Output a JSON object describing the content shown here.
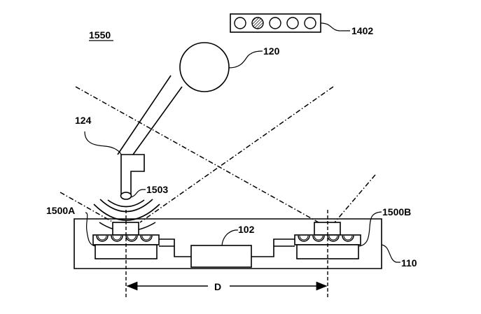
{
  "figure": {
    "id_label": "1550",
    "labels": {
      "indicator_panel": "1402",
      "controller": "120",
      "probe_tip": "124",
      "emitter": "1503",
      "sensor_left": "1500A",
      "sensor_right": "1500B",
      "processor": "102",
      "housing": "110",
      "distance": "D"
    },
    "indicator_panel": {
      "led_count": 5,
      "active_led_index": 1
    },
    "colors": {
      "ink": "#000000",
      "paper": "#ffffff"
    }
  }
}
